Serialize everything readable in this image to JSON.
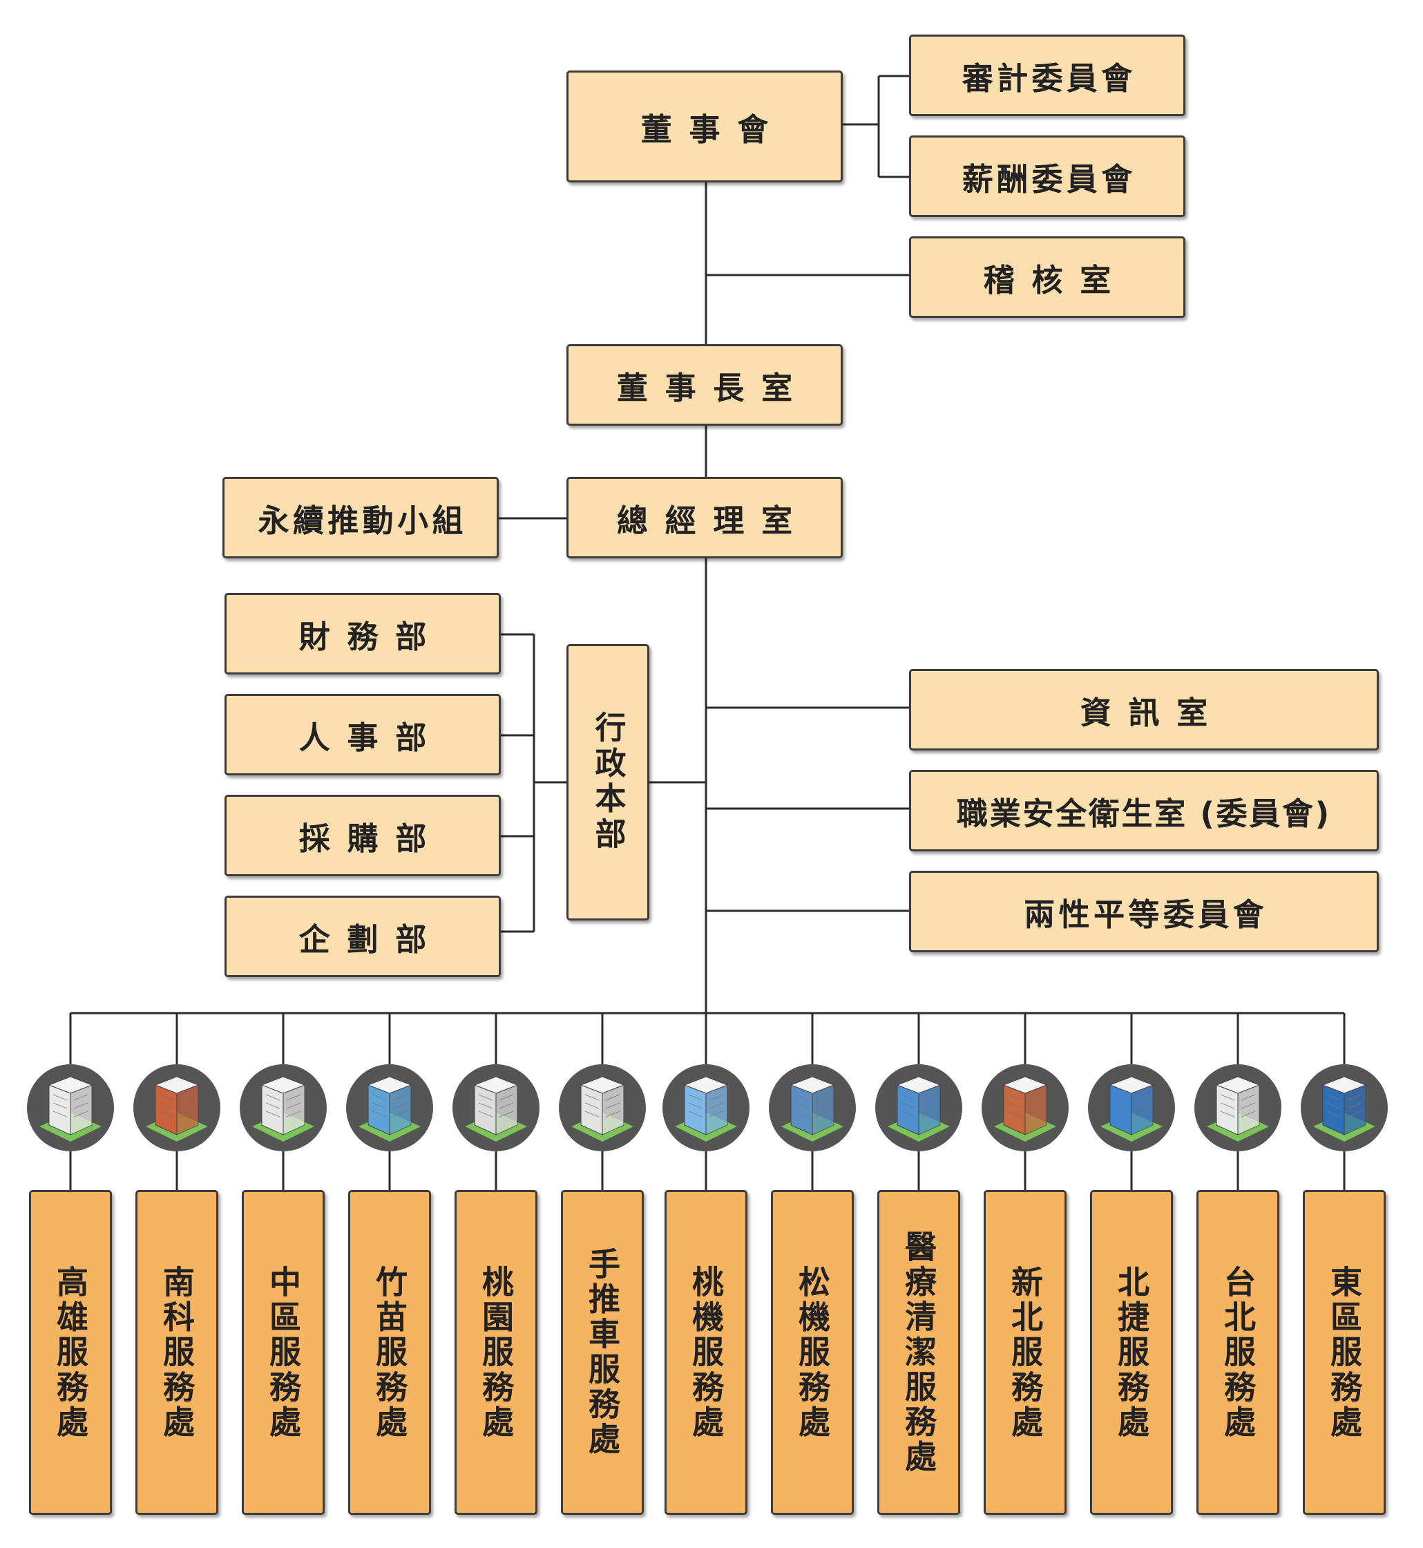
{
  "colors": {
    "box_fill": "#fcdfae",
    "service_fill": "#f6b461",
    "border": "#3c3c3c",
    "icon_circle": "#555555"
  },
  "governance": {
    "board": "董事會",
    "audit_committee": "審計委員會",
    "compensation_committee": "薪酬委員會",
    "internal_audit": "稽核室",
    "chairman_office": "董事長室",
    "president_office": "總經理室",
    "sustainability_group": "永續推動小組"
  },
  "admin": {
    "hq": "行政本部",
    "departments": [
      "財務部",
      "人事部",
      "採購部",
      "企劃部"
    ]
  },
  "staff_units": [
    "資訊室",
    "職業安全衛生室 (委員會)",
    "兩性平等委員會"
  ],
  "service_offices": [
    {
      "label": "高雄服務處",
      "icon": "building-icon"
    },
    {
      "label": "南科服務處",
      "icon": "building-icon"
    },
    {
      "label": "中區服務處",
      "icon": "building-icon"
    },
    {
      "label": "竹苗服務處",
      "icon": "building-icon"
    },
    {
      "label": "桃園服務處",
      "icon": "building-icon"
    },
    {
      "label": "手推車服務處",
      "icon": "building-icon"
    },
    {
      "label": "桃機服務處",
      "icon": "building-icon"
    },
    {
      "label": "松機服務處",
      "icon": "building-icon"
    },
    {
      "label": "醫療清潔服務處",
      "icon": "building-icon"
    },
    {
      "label": "新北服務處",
      "icon": "building-icon"
    },
    {
      "label": "北捷服務處",
      "icon": "building-icon"
    },
    {
      "label": "台北服務處",
      "icon": "building-icon"
    },
    {
      "label": "東區服務處",
      "icon": "building-icon"
    }
  ]
}
